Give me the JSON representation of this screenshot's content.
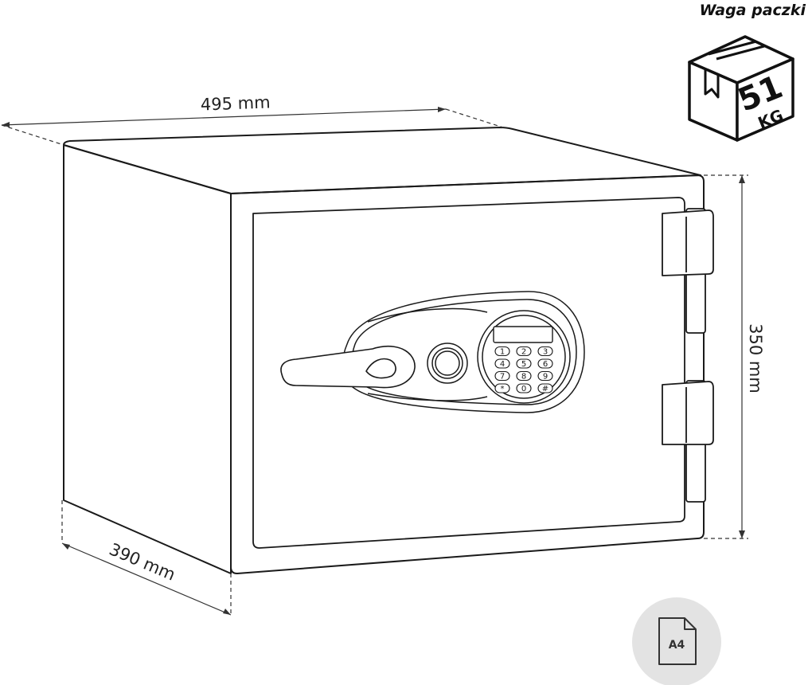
{
  "header": {
    "weight_label": "Waga paczki"
  },
  "weight": {
    "value": "51",
    "unit": "KG"
  },
  "dimensions": {
    "width": "495 mm",
    "depth": "390 mm",
    "height": "350 mm"
  },
  "keypad": {
    "keys": [
      "1",
      "2",
      "3",
      "4",
      "5",
      "6",
      "7",
      "8",
      "9",
      "*",
      "0",
      "#"
    ]
  },
  "badge": {
    "format": "A4"
  },
  "colors": {
    "line": "#1a1a1a",
    "dim": "#333333",
    "badge_bg": "#e3e3e3"
  }
}
